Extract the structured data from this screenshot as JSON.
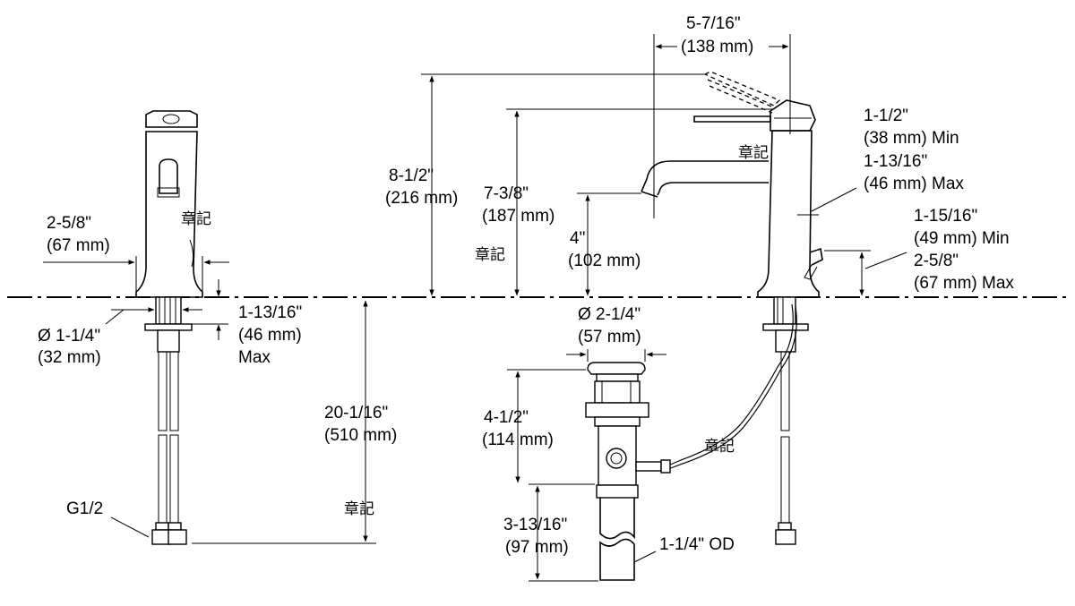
{
  "units": "inch (mm)",
  "side_view": {
    "spout_reach": "5-7/16\"",
    "spout_reach_mm": "(138 mm)",
    "overall_height": "8-1/2\"",
    "overall_height_mm": "(216 mm)",
    "spout_height": "7-3/8\"",
    "spout_height_mm": "(187 mm)",
    "aerator_clearance": "4\"",
    "aerator_clearance_mm": "(102 mm)",
    "deck_min": "1-1/2\"",
    "deck_min_mm": "(38 mm) Min",
    "deck_max": "1-13/16\"",
    "deck_max_mm": "(46 mm) Max",
    "lift_rod_min": "1-15/16\"",
    "lift_rod_min_mm": "(49 mm) Min",
    "lift_rod_max": "2-5/8\"",
    "lift_rod_max_mm": "(67 mm) Max"
  },
  "front_view": {
    "base_width": "2-5/8\"",
    "base_width_mm": "(67 mm)",
    "hole_dia": "Ø 1-1/4\"",
    "hole_dia_mm": "(32 mm)",
    "deck_thickness": "1-13/16\"",
    "deck_thickness_mm": "(46 mm)",
    "deck_thickness_note": "Max",
    "supply_length": "20-1/16\"",
    "supply_length_mm": "(510 mm)",
    "connection": "G1/2"
  },
  "drain": {
    "flange_dia": "Ø 2-1/4\"",
    "flange_dia_mm": "(57 mm)",
    "body_height": "4-1/2\"",
    "body_height_mm": "(114 mm)",
    "tailpiece_length": "3-13/16\"",
    "tailpiece_length_mm": "(97 mm)",
    "tailpiece_od": "1-1/4\" OD"
  },
  "stamps": [
    "章記",
    "章記",
    "章記",
    "章記",
    "章記"
  ]
}
